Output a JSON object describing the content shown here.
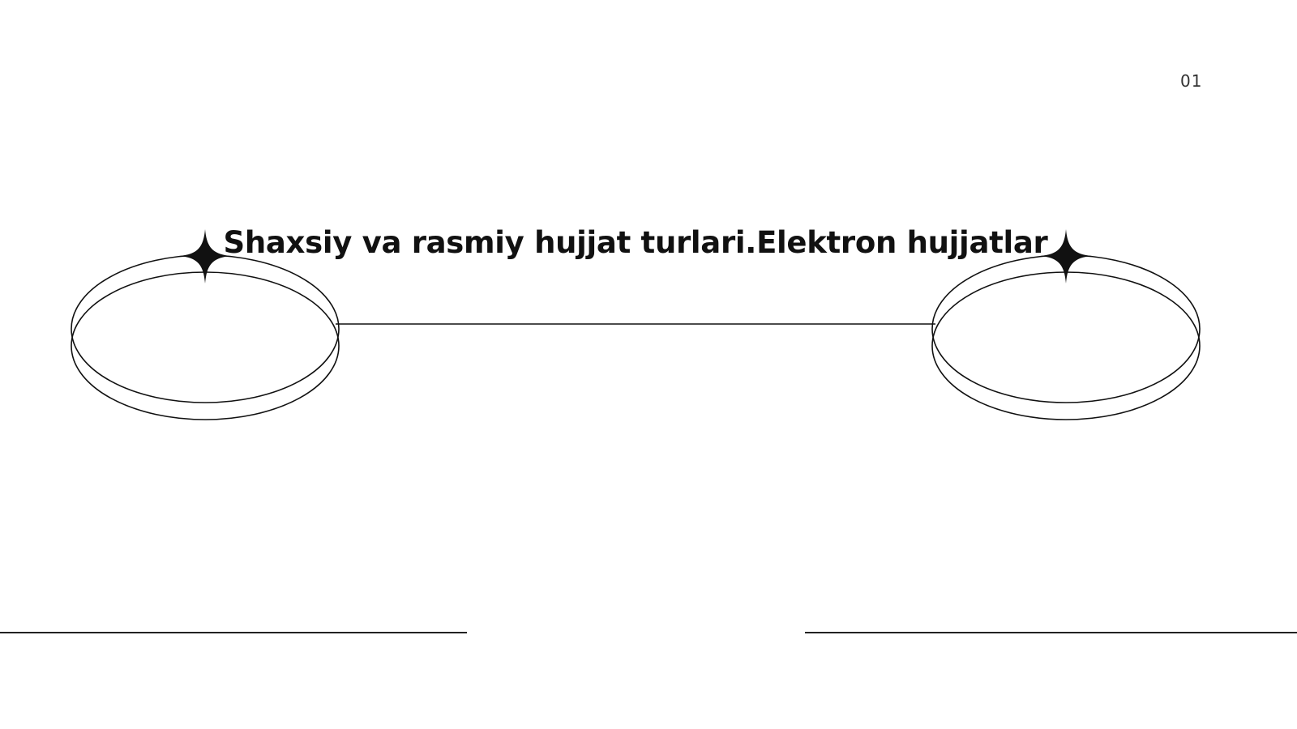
{
  "slide": {
    "page_number": "01",
    "title": "Shaxsiy va rasmiy hujjat turlari.Elektron hujjatlar",
    "colors": {
      "background": "#ffffff",
      "ink": "#111111",
      "page_number": "#333333"
    },
    "decorations": {
      "left_ring_icon": "double-ellipse-ring-with-sparkle",
      "right_ring_icon": "double-ellipse-ring-with-sparkle",
      "connector": "horizontal-line",
      "bottom_rules": "two-horizontal-lines"
    }
  }
}
